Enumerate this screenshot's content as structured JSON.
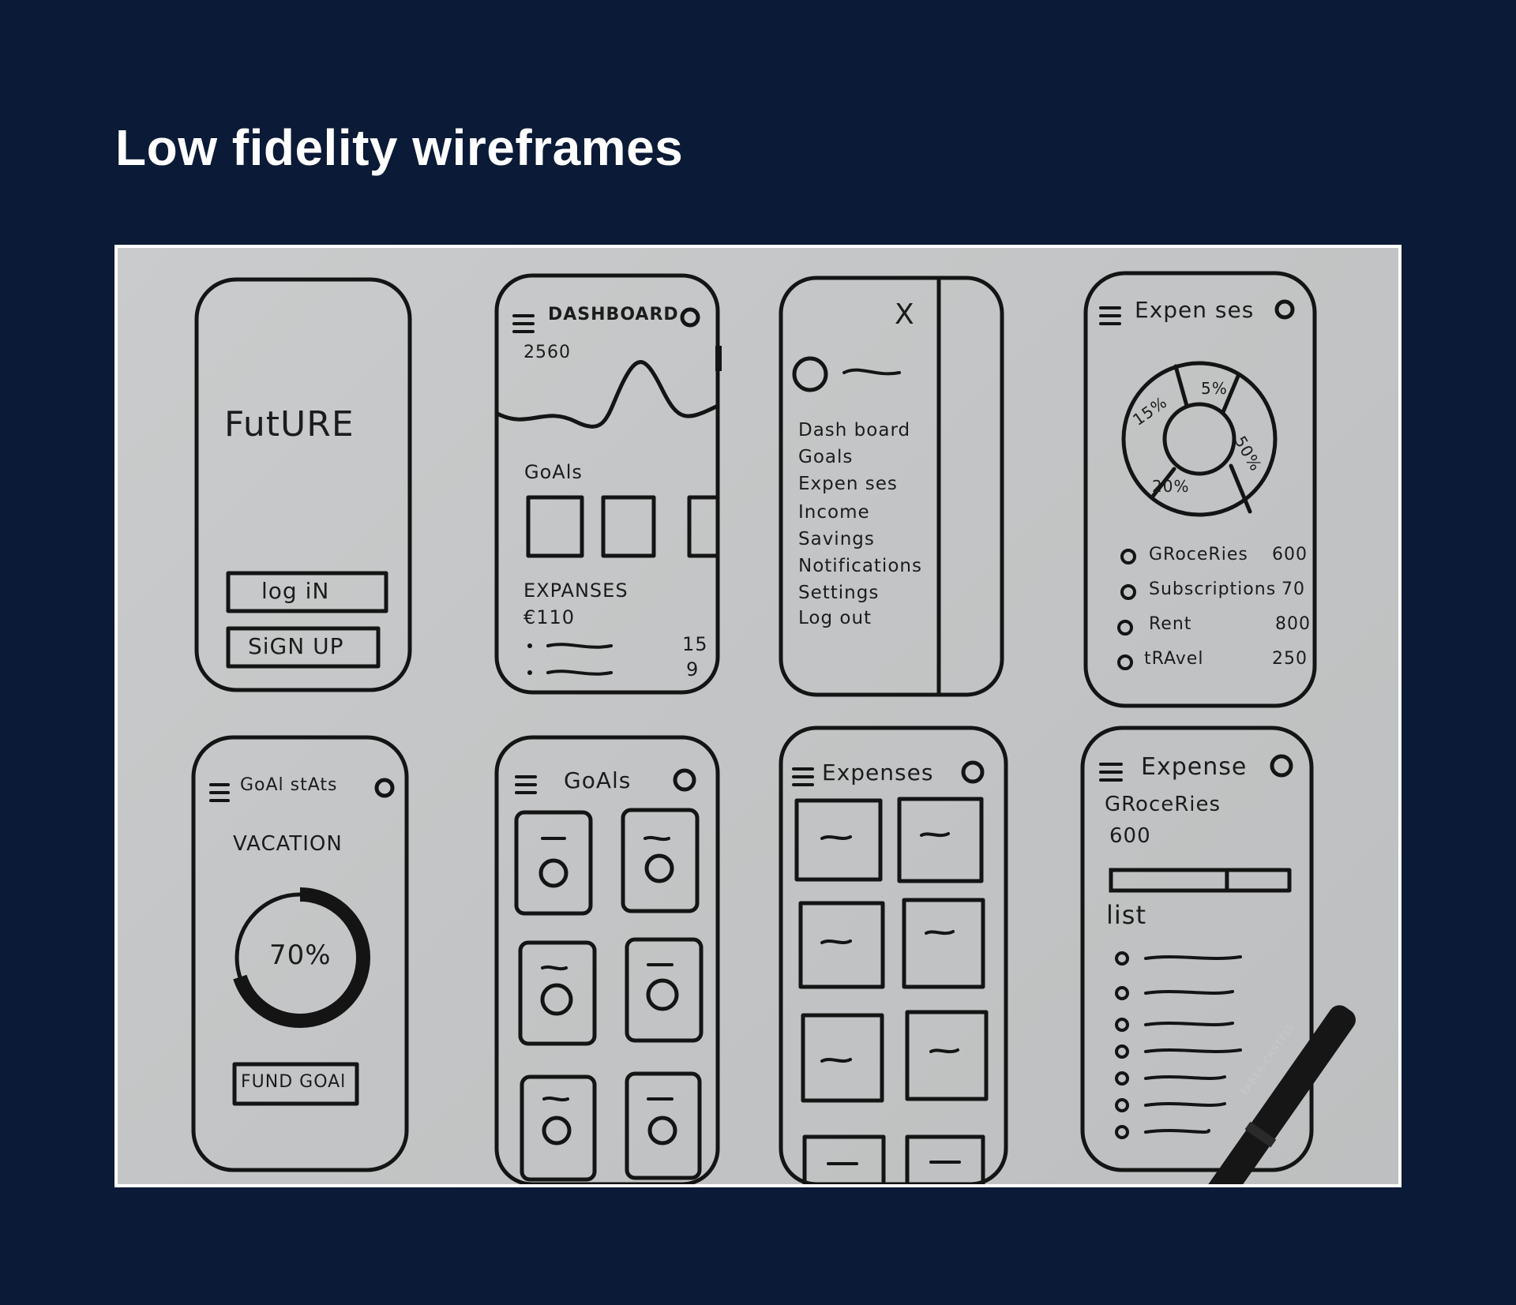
{
  "page": {
    "title": "Low fidelity wireframes"
  },
  "wireframes": {
    "splash": {
      "brand": "FutURE",
      "login_label": "log iN",
      "signup_label": "SiGN UP"
    },
    "dashboard": {
      "title": "DASHBOARD",
      "balance": "2560",
      "goals_label": "GoAls",
      "expenses_label": "EXPANSES",
      "expenses_total": "€110",
      "rows": [
        "15",
        "9"
      ]
    },
    "menu": {
      "close": "X",
      "items": [
        "Dash board",
        "Goals",
        "Expen ses",
        "Income",
        "Savings",
        "Notifications",
        "Settings",
        "Log out"
      ]
    },
    "expenses_chart": {
      "title": "Expen ses",
      "segments": [
        "5%",
        "15%",
        "50%",
        "20%"
      ],
      "categories": [
        {
          "name": "GRoceRies",
          "amount": "600"
        },
        {
          "name": "Subscriptions",
          "amount": "70"
        },
        {
          "name": "Rent",
          "amount": "800"
        },
        {
          "name": "tRAvel",
          "amount": "250"
        }
      ]
    },
    "goal_stats": {
      "title": "GoAl stAts",
      "goal_name": "VACATION",
      "progress_label": "70%",
      "progress": 0.7,
      "fund_label": "FUND GOAl"
    },
    "goals_grid": {
      "title": "GoAls"
    },
    "expenses_grid": {
      "title": "Expenses"
    },
    "expense_detail": {
      "title": "Expense",
      "category": "GRoceRies",
      "amount": "600",
      "list_label": "list"
    },
    "pen": {
      "brand": "FABER-CASTELL"
    }
  }
}
